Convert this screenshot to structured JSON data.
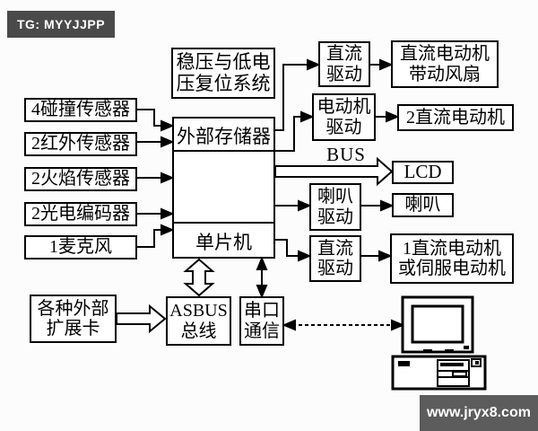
{
  "tag": "TG: MYYJJPP",
  "watermark": "www.jryx8.com",
  "colors": {
    "line": "#000000",
    "box_background": "#ffffff",
    "page_background": "#fcfcfc",
    "tag_background": "#4a4a4a",
    "watermark_background": "#5c5c5c",
    "text": "#000000",
    "tag_text": "#ffffff"
  },
  "boxes": {
    "regulator_l1": "稳压与低电",
    "regulator_l2": "压复位系统",
    "sensor1": "4碰撞传感器",
    "sensor2": "2红外传感器",
    "sensor3": "2火焰传感器",
    "sensor4": "2光电编码器",
    "sensor5": "1麦克风",
    "memory": "外部存储器",
    "mcu": "单片机",
    "dc_drive1_l1": "直流",
    "dc_drive1_l2": "驱动",
    "fan_motor_l1": "直流电动机",
    "fan_motor_l2": "带动风扇",
    "motor_drive_l1": "电动机",
    "motor_drive_l2": "驱动",
    "dc_motors2": "2直流电动机",
    "bus": "BUS",
    "lcd": "LCD",
    "speaker_drive_l1": "喇叭",
    "speaker_drive_l2": "驱动",
    "speaker": "喇叭",
    "dc_drive2_l1": "直流",
    "dc_drive2_l2": "驱动",
    "servo_l1": "1直流电动机",
    "servo_l2": "或伺服电动机",
    "expansion_l1": "各种外部",
    "expansion_l2": "扩展卡",
    "asbus_l1": "ASBUS",
    "asbus_l2": "总线",
    "serial_l1": "串口",
    "serial_l2": "通信"
  }
}
